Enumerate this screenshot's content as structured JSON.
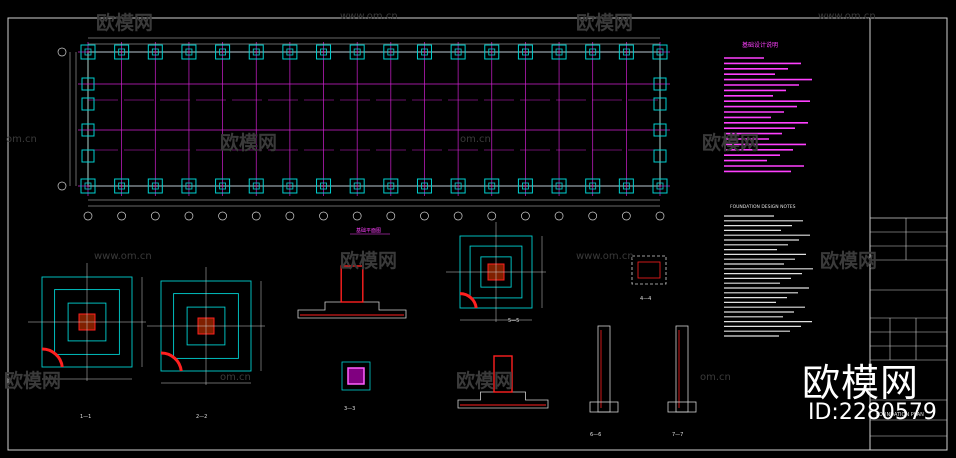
{
  "drawing": {
    "plan_title": "基础平面图",
    "section_labels": [
      "1—1",
      "2—2",
      "3—3",
      "4—4",
      "5—5",
      "6—6",
      "7—7"
    ],
    "notes_title_cn": "基础设计说明",
    "notes_title_en": "FOUNDATION DESIGN NOTES",
    "titleblock_label": "FOUNDATION PLAN"
  },
  "watermark": {
    "site_cn": "欧模网",
    "site_url": "www.om.cn",
    "site_url_short": "om.cn",
    "brand": "欧模网",
    "id_text": "ID:2280579"
  },
  "colors": {
    "background": "#000000",
    "border": "#ffffff",
    "axis": "#d020d0",
    "footing": "#00d0d0",
    "beam": "#20d040",
    "rebar": "#ff2020",
    "column": "#ff60ff",
    "notes": "#ff40ff",
    "notes_en": "#e0e0e0"
  }
}
